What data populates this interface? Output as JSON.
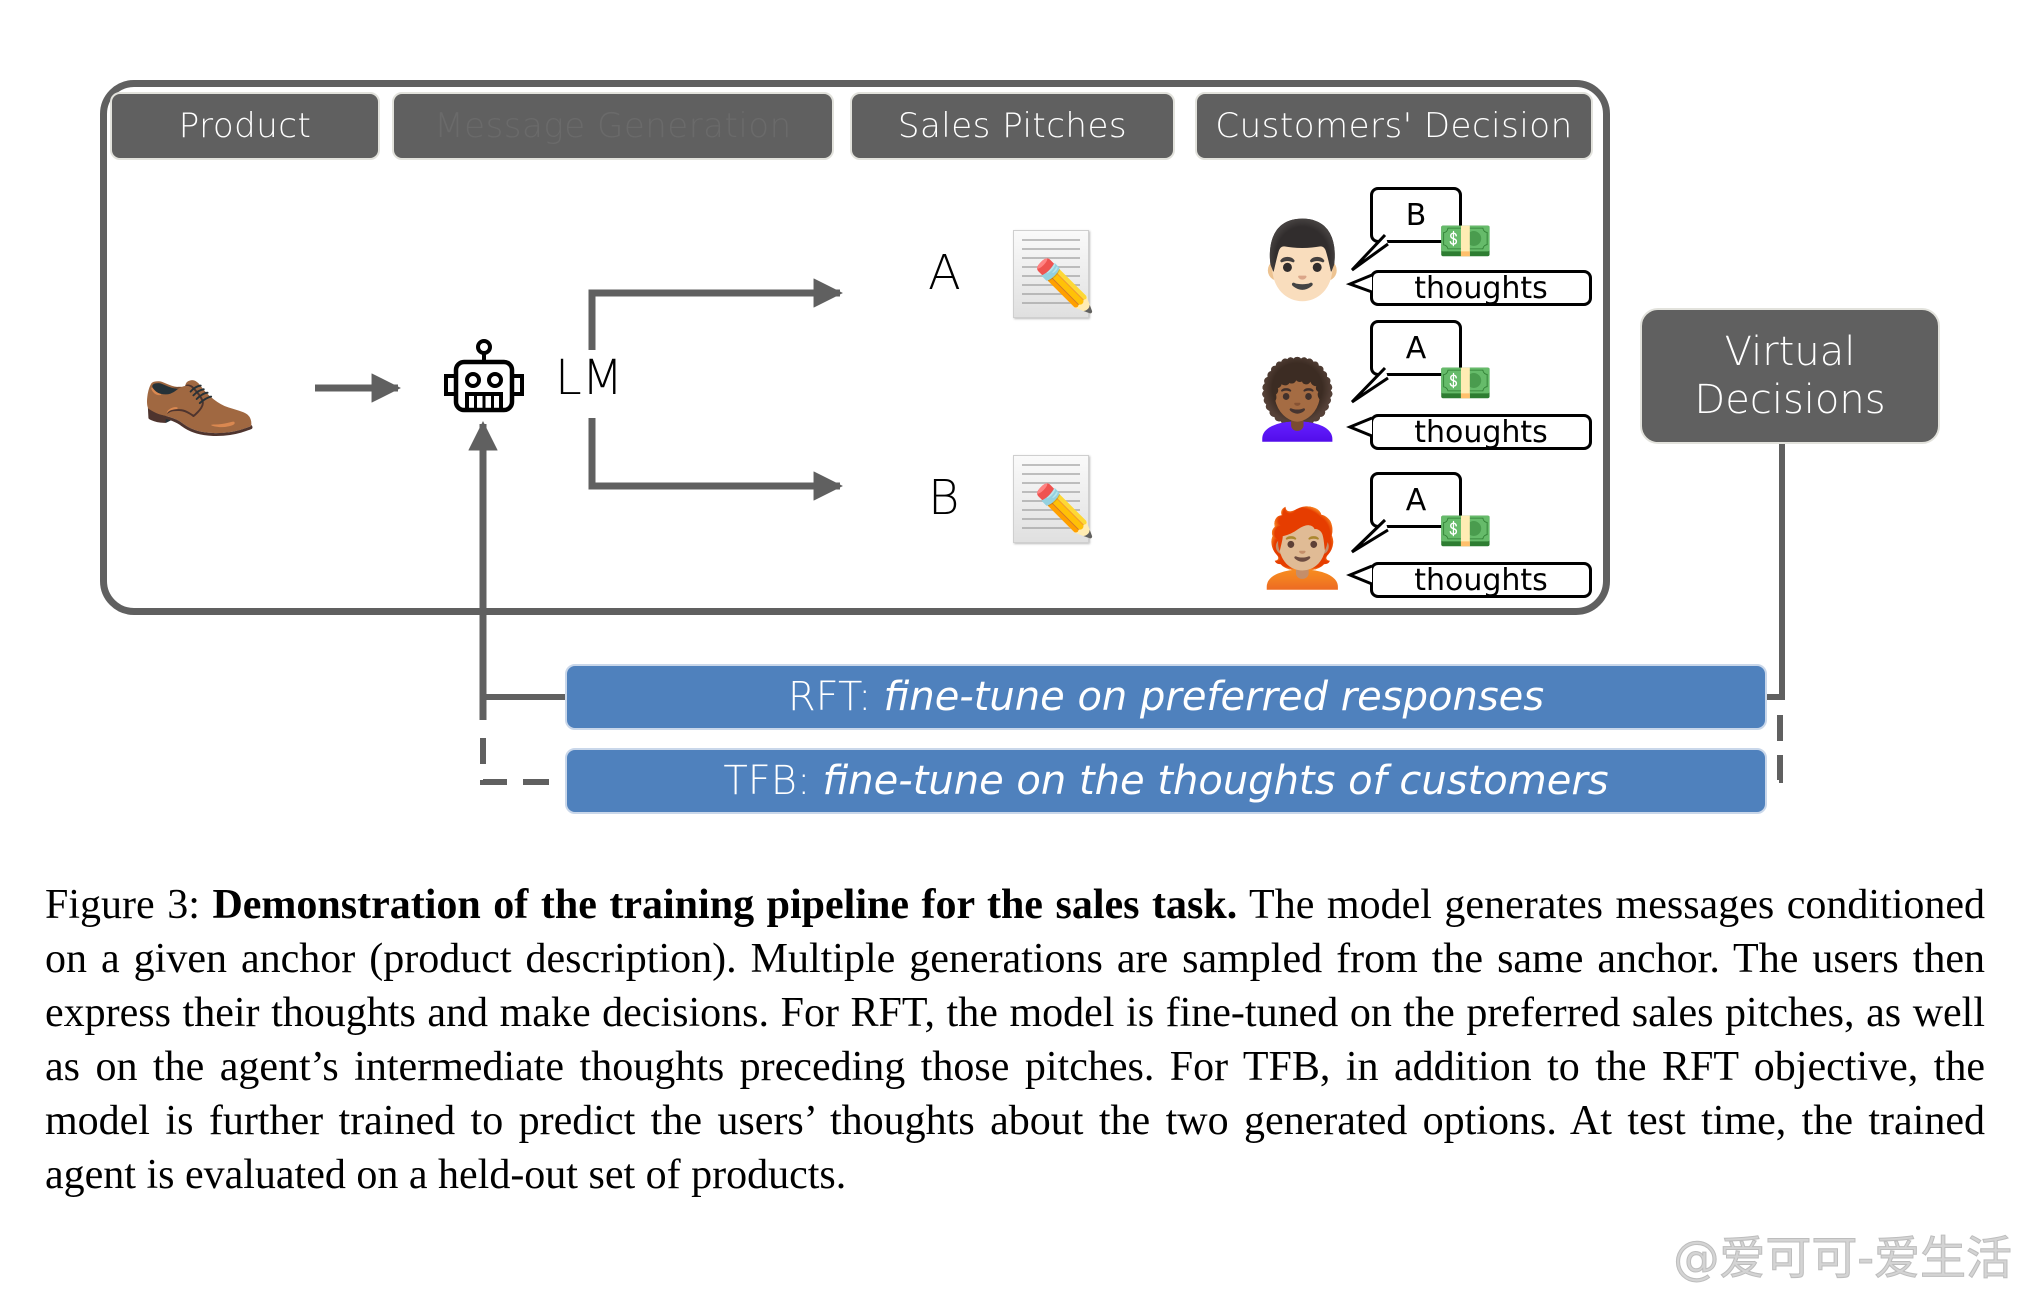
{
  "figure": {
    "headers": [
      {
        "label": "Product",
        "faded": false
      },
      {
        "label": "Message Generation",
        "faded": true
      },
      {
        "label": "Sales Pitches",
        "faded": false
      },
      {
        "label": "Customers' Decision",
        "faded": false
      }
    ],
    "product_icon": "shoe-icon",
    "model_icon": "robot-icon",
    "model_label": "LM",
    "pitches": [
      {
        "label": "A",
        "icon": "document-pencil-icon"
      },
      {
        "label": "B",
        "icon": "document-pencil-icon"
      }
    ],
    "customers": [
      {
        "avatar": "man-mustache-emoji",
        "glyph": "👨🏻",
        "choice": "B",
        "money": "💵",
        "thoughts_label": "thoughts"
      },
      {
        "avatar": "woman-curly-hair-emoji",
        "glyph": "👩🏾‍🦱",
        "choice": "A",
        "money": "💵",
        "thoughts_label": "thoughts"
      },
      {
        "avatar": "red-hair-person-emoji",
        "glyph": "🧑🏼‍🦰",
        "choice": "A",
        "money": "💵",
        "thoughts_label": "thoughts"
      }
    ],
    "virtual_decisions": {
      "line1": "Virtual",
      "line2": "Decisions"
    },
    "training_bars": [
      {
        "prefix": "RFT:",
        "text": "fine-tune on preferred responses",
        "connector": "solid"
      },
      {
        "prefix": "TFB:",
        "text": "fine-tune on the thoughts of customers",
        "connector": "dashed"
      }
    ],
    "colors": {
      "box_gray": "#606060",
      "bar_blue": "#4f81bd",
      "arrow_gray": "#606060"
    }
  },
  "caption": {
    "label": "Figure 3:",
    "bold_title": "Demonstration of the training pipeline for the sales task.",
    "body": "The model generates messages conditioned on a given anchor (product description). Multiple generations are sampled from the same anchor. The users then express their thoughts and make decisions. For RFT, the model is fine-tuned on the preferred sales pitches, as well as on the agent’s intermediate thoughts preceding those pitches. For TFB, in addition to the RFT objective, the model is further trained to predict the users’ thoughts about the two generated options.  At test time, the trained agent is evaluated on a held-out set of products."
  },
  "watermark": "@爱可可-爱生活"
}
